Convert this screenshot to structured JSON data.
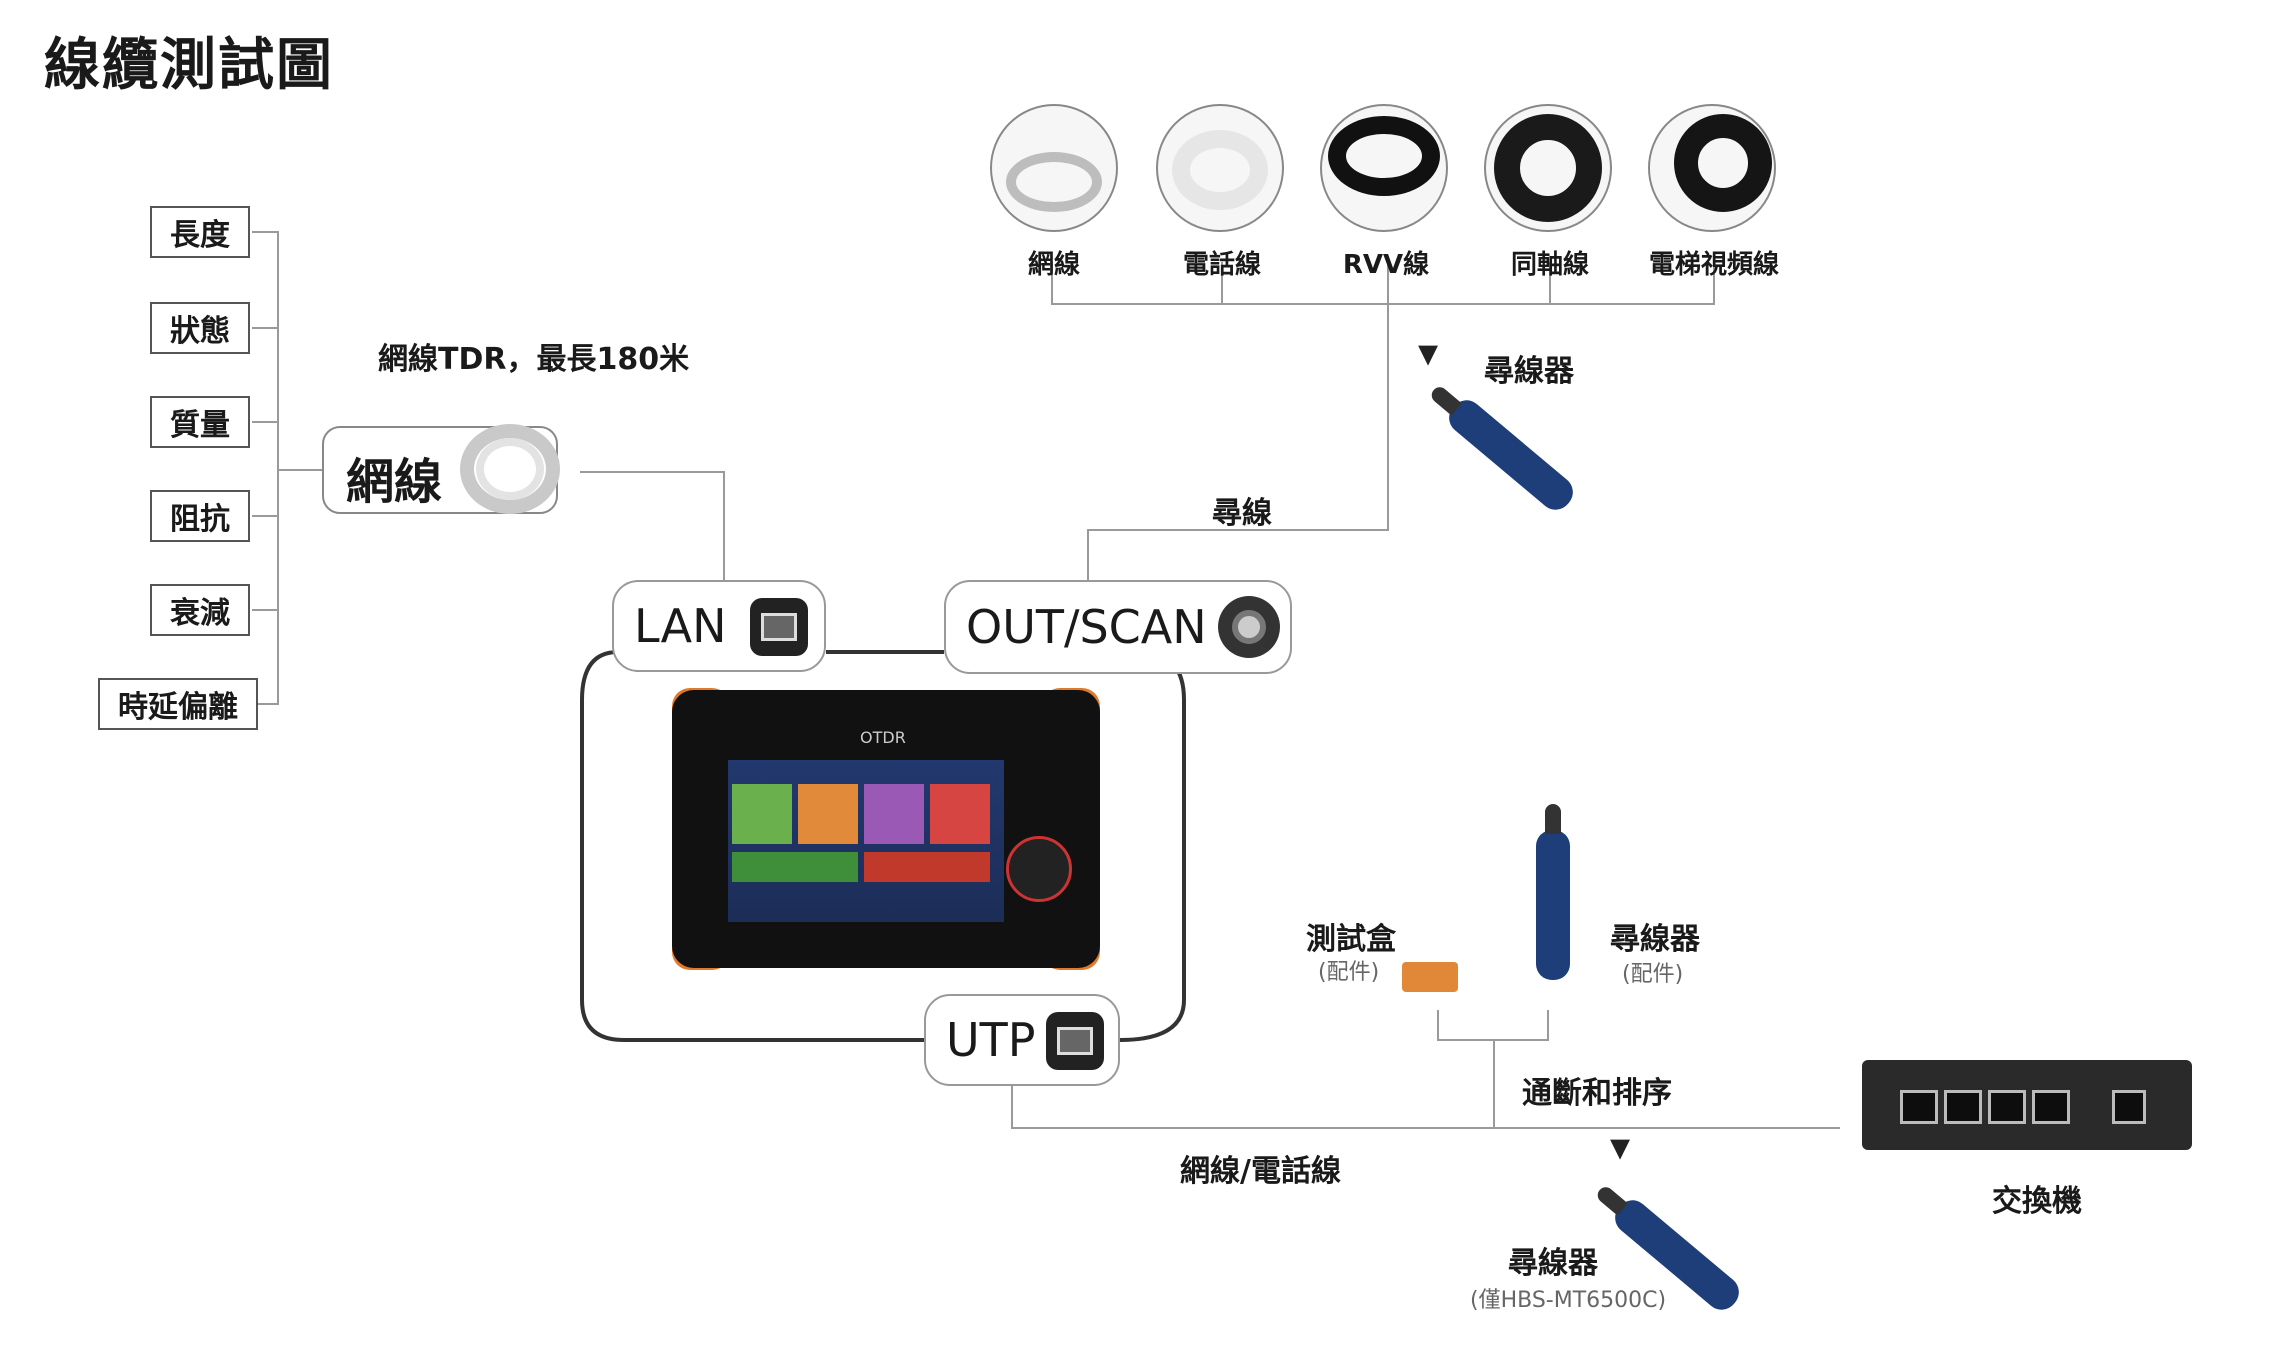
{
  "title": "線纜測試圖",
  "metrics": [
    "長度",
    "狀態",
    "質量",
    "阻抗",
    "衰減",
    "時延偏離"
  ],
  "network_cable": {
    "label": "網線",
    "tdr_note": "網線TDR，最長180米"
  },
  "ports": {
    "lan": "LAN",
    "out_scan": "OUT/SCAN",
    "utp": "UTP"
  },
  "cable_types": [
    "網線",
    "電話線",
    "RVV線",
    "同軸線",
    "電梯視頻線"
  ],
  "scan": {
    "tracer_label": "尋線器",
    "scan_label": "尋線"
  },
  "accessories": {
    "test_box": "測試盒",
    "test_box_note": "(配件)",
    "tracer": "尋線器",
    "tracer_note": "(配件)",
    "continuity_label": "通斷和排序"
  },
  "bottom": {
    "cable_label": "網線/電話線",
    "tracer_label": "尋線器",
    "tracer_note": "(僅HBS-MT6500C)",
    "switch_label": "交換機"
  },
  "device": {
    "screen_title": "OTDR"
  },
  "colors": {
    "bumper": "#e07a2a",
    "probe": "#1e3e7a",
    "line": "#9a9a9a"
  }
}
